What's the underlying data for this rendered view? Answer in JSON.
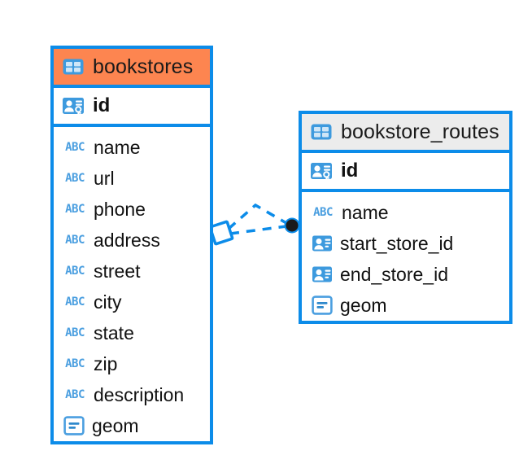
{
  "diagram": {
    "type": "entity-relationship-diagram",
    "background": "#ffffff",
    "accent_color": "#0c8ce9",
    "highlight_color": "#fd8550",
    "neutral_header_color": "#ececec"
  },
  "entities": [
    {
      "name": "bookstores",
      "header_style": "accent",
      "table_icon": "table-icon",
      "primary_key": {
        "label": "id",
        "icon": "primary-key-icon"
      },
      "fields": [
        {
          "label": "name",
          "icon": "text-field-icon"
        },
        {
          "label": "url",
          "icon": "text-field-icon"
        },
        {
          "label": "phone",
          "icon": "text-field-icon"
        },
        {
          "label": "address",
          "icon": "text-field-icon"
        },
        {
          "label": "street",
          "icon": "text-field-icon"
        },
        {
          "label": "city",
          "icon": "text-field-icon"
        },
        {
          "label": "state",
          "icon": "text-field-icon"
        },
        {
          "label": "zip",
          "icon": "text-field-icon"
        },
        {
          "label": "description",
          "icon": "text-field-icon"
        },
        {
          "label": "geom",
          "icon": "geometry-field-icon"
        }
      ]
    },
    {
      "name": "bookstore_routes",
      "header_style": "neutral",
      "table_icon": "table-icon",
      "primary_key": {
        "label": "id",
        "icon": "primary-key-icon"
      },
      "fields": [
        {
          "label": "name",
          "icon": "text-field-icon"
        },
        {
          "label": "start_store_id",
          "icon": "foreign-key-icon"
        },
        {
          "label": "end_store_id",
          "icon": "foreign-key-icon"
        },
        {
          "label": "geom",
          "icon": "geometry-field-icon"
        }
      ]
    }
  ],
  "relationship": {
    "from_entity": "bookstores",
    "to_entity": "bookstore_routes",
    "from_marker": "diamond-marker",
    "to_marker": "filled-circle-marker",
    "line_style": "dashed",
    "line_color": "#0c8ce9",
    "branches": 2
  },
  "icon_glyphs": {
    "text_field_label": "ABC"
  }
}
